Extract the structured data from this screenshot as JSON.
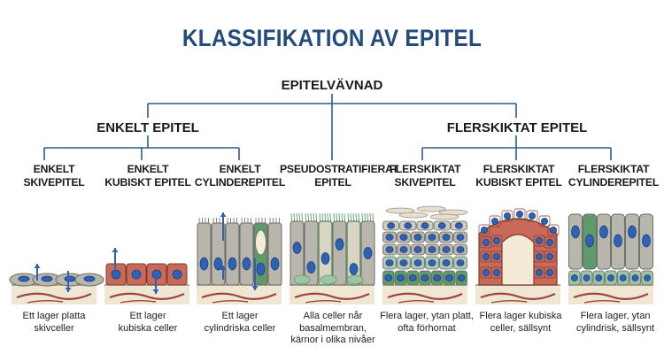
{
  "title": "KLASSIFIKATION AV EPITEL",
  "root": "EPITELVÄVNAD",
  "groups": [
    {
      "label": "ENKELT EPITEL"
    },
    {
      "label": "FLERSKIKTAT EPITEL"
    }
  ],
  "types": [
    {
      "line1": "ENKELT",
      "line2": "SKIVEPITEL",
      "caption1": "Ett lager platta",
      "caption2": "skivceller",
      "caption3": ""
    },
    {
      "line1": "ENKELT",
      "line2": "KUBISKT EPITEL",
      "caption1": "Ett lager",
      "caption2": "kubiska celler",
      "caption3": ""
    },
    {
      "line1": "ENKELT",
      "line2": "CYLINDEREPITEL",
      "caption1": "Ett lager",
      "caption2": "cylindriska celler",
      "caption3": ""
    },
    {
      "line1": "PSEUDOSTRATIFIERAT",
      "line2": "EPITEL",
      "caption1": "Alla celler når",
      "caption2": "basalmembran,",
      "caption3": "kärnor i olika nivåer"
    },
    {
      "line1": "FLERSKIKTAT",
      "line2": "SKIVEPITEL",
      "caption1": "Flera lager, ytan platt,",
      "caption2": "ofta förhornat",
      "caption3": ""
    },
    {
      "line1": "FLERSKIKTAT",
      "line2": "KUBISKT EPITEL",
      "caption1": "Flera lager kubiska",
      "caption2": "celler, sällsynt",
      "caption3": ""
    },
    {
      "line1": "FLERSKIKTAT",
      "line2": "CYLINDEREPITEL",
      "caption1": "Flera lager, ytan",
      "caption2": "cylindrisk, sällsynt",
      "caption3": ""
    }
  ],
  "colors": {
    "title": "#244b7e",
    "tree_line": "#2d5a8c",
    "cell_gray": "#b9b6ad",
    "cell_red": "#c86a5a",
    "cell_green": "#5f9a6a",
    "nucleus": "#2f62b5",
    "arrow": "#2f62b5",
    "connective": "#efe6d4",
    "vessel": "#a0453a"
  }
}
